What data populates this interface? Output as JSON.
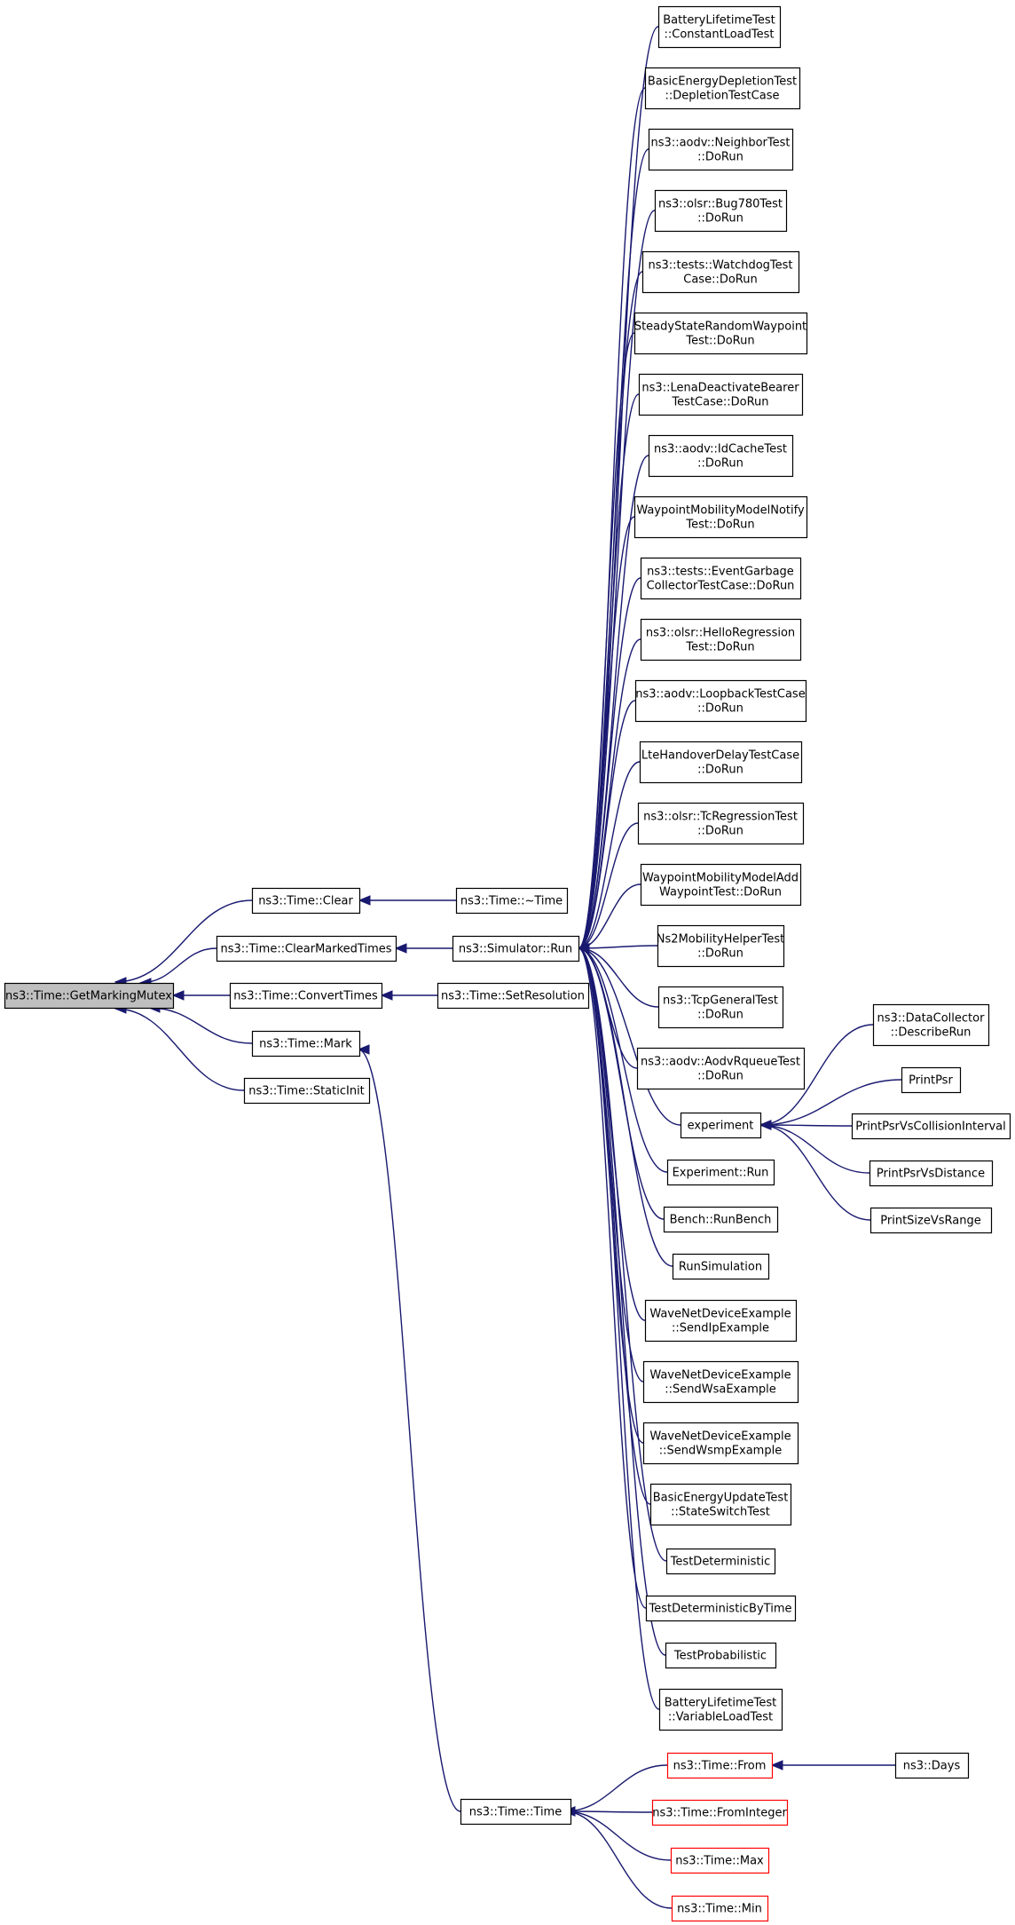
{
  "colors": {
    "edge": "#191970",
    "node_border": "#000000",
    "node_fill": "#ffffff",
    "highlight_fill": "#bfbfbf",
    "truncated_border": "#ff0000"
  },
  "nodes": {
    "getmarkingmutex": {
      "lines": [
        "ns3::Time::GetMarkingMutex"
      ],
      "kind": "highlight"
    },
    "clear": {
      "lines": [
        "ns3::Time::Clear"
      ]
    },
    "clearmarkedtimes": {
      "lines": [
        "ns3::Time::ClearMarkedTimes"
      ]
    },
    "converttimes": {
      "lines": [
        "ns3::Time::ConvertTimes"
      ]
    },
    "mark": {
      "lines": [
        "ns3::Time::Mark"
      ]
    },
    "staticinit": {
      "lines": [
        "ns3::Time::StaticInit"
      ]
    },
    "dtor": {
      "lines": [
        "ns3::Time::~Time"
      ]
    },
    "simrun": {
      "lines": [
        "ns3::Simulator::Run"
      ]
    },
    "setresolution": {
      "lines": [
        "ns3::Time::SetResolution"
      ]
    },
    "timector": {
      "lines": [
        "ns3::Time::Time"
      ]
    },
    "c1": {
      "lines": [
        "BatteryLifetimeTest",
        "::ConstantLoadTest"
      ]
    },
    "c2": {
      "lines": [
        "BasicEnergyDepletionTest",
        "::DepletionTestCase"
      ]
    },
    "c3": {
      "lines": [
        "ns3::aodv::NeighborTest",
        "::DoRun"
      ]
    },
    "c4": {
      "lines": [
        "ns3::olsr::Bug780Test",
        "::DoRun"
      ]
    },
    "c5": {
      "lines": [
        "ns3::tests::WatchdogTest",
        "Case::DoRun"
      ]
    },
    "c6": {
      "lines": [
        "SteadyStateRandomWaypoint",
        "Test::DoRun"
      ]
    },
    "c7": {
      "lines": [
        "ns3::LenaDeactivateBearer",
        "TestCase::DoRun"
      ]
    },
    "c8": {
      "lines": [
        "ns3::aodv::IdCacheTest",
        "::DoRun"
      ]
    },
    "c9": {
      "lines": [
        "WaypointMobilityModelNotify",
        "Test::DoRun"
      ]
    },
    "c10": {
      "lines": [
        "ns3::tests::EventGarbage",
        "CollectorTestCase::DoRun"
      ]
    },
    "c11": {
      "lines": [
        "ns3::olsr::HelloRegression",
        "Test::DoRun"
      ]
    },
    "c12": {
      "lines": [
        "ns3::aodv::LoopbackTestCase",
        "::DoRun"
      ]
    },
    "c13": {
      "lines": [
        "LteHandoverDelayTestCase",
        "::DoRun"
      ]
    },
    "c14": {
      "lines": [
        "ns3::olsr::TcRegressionTest",
        "::DoRun"
      ]
    },
    "c15": {
      "lines": [
        "WaypointMobilityModelAdd",
        "WaypointTest::DoRun"
      ]
    },
    "c16": {
      "lines": [
        "Ns2MobilityHelperTest",
        "::DoRun"
      ]
    },
    "c17": {
      "lines": [
        "ns3::TcpGeneralTest",
        "::DoRun"
      ]
    },
    "c18": {
      "lines": [
        "ns3::aodv::AodvRqueueTest",
        "::DoRun"
      ]
    },
    "experiment": {
      "lines": [
        "experiment"
      ]
    },
    "c20": {
      "lines": [
        "Experiment::Run"
      ]
    },
    "c21": {
      "lines": [
        "Bench::RunBench"
      ]
    },
    "c22": {
      "lines": [
        "RunSimulation"
      ]
    },
    "c23": {
      "lines": [
        "WaveNetDeviceExample",
        "::SendIpExample"
      ]
    },
    "c24": {
      "lines": [
        "WaveNetDeviceExample",
        "::SendWsaExample"
      ]
    },
    "c25": {
      "lines": [
        "WaveNetDeviceExample",
        "::SendWsmpExample"
      ]
    },
    "c26": {
      "lines": [
        "BasicEnergyUpdateTest",
        "::StateSwitchTest"
      ]
    },
    "c27": {
      "lines": [
        "TestDeterministic"
      ]
    },
    "c28": {
      "lines": [
        "TestDeterministicByTime"
      ]
    },
    "c29": {
      "lines": [
        "TestProbabilistic"
      ]
    },
    "c30": {
      "lines": [
        "BatteryLifetimeTest",
        "::VariableLoadTest"
      ]
    },
    "e1": {
      "lines": [
        "ns3::DataCollector",
        "::DescribeRun"
      ]
    },
    "e2": {
      "lines": [
        "PrintPsr"
      ]
    },
    "e3": {
      "lines": [
        "PrintPsrVsCollisionInterval"
      ]
    },
    "e4": {
      "lines": [
        "PrintPsrVsDistance"
      ]
    },
    "e5": {
      "lines": [
        "PrintSizeVsRange"
      ]
    },
    "from": {
      "lines": [
        "ns3::Time::From"
      ],
      "kind": "truncated"
    },
    "frominteger": {
      "lines": [
        "ns3::Time::FromInteger"
      ],
      "kind": "truncated"
    },
    "max": {
      "lines": [
        "ns3::Time::Max"
      ],
      "kind": "truncated"
    },
    "min": {
      "lines": [
        "ns3::Time::Min"
      ],
      "kind": "truncated"
    },
    "days": {
      "lines": [
        "ns3::Days"
      ]
    }
  }
}
